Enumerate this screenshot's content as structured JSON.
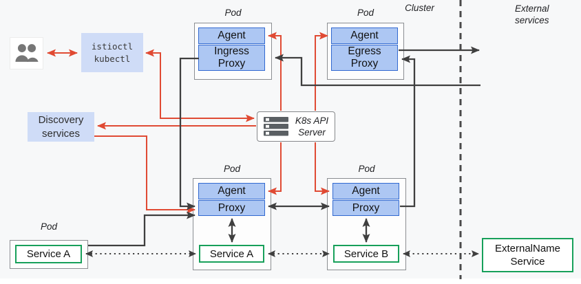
{
  "labels": {
    "pod": "Pod",
    "cluster": "Cluster",
    "external_services": {
      "line1": "External",
      "line2": "services"
    }
  },
  "nodes": {
    "users_icon": "users",
    "istioctl": {
      "line1": "istioctl",
      "line2": "kubectl"
    },
    "discovery_services": {
      "line1": "Discovery",
      "line2": "services"
    },
    "k8s_api_server": {
      "line1": "K8s API",
      "line2": "Server"
    },
    "ingress_pod": {
      "agent": "Agent",
      "proxy_line1": "Ingress",
      "proxy_line2": "Proxy"
    },
    "egress_pod": {
      "agent": "Agent",
      "proxy_line1": "Egress",
      "proxy_line2": "Proxy"
    },
    "workload_pod_a": {
      "agent": "Agent",
      "proxy": "Proxy",
      "service": "Service A"
    },
    "workload_pod_b": {
      "agent": "Agent",
      "proxy": "Proxy",
      "service": "Service B"
    },
    "standalone_pod": {
      "service": "Service A"
    },
    "external_name_service": {
      "line1": "ExternalName",
      "line2": "Service"
    }
  },
  "colors": {
    "background": "#f7f8f9",
    "config_arrow_red": "#e04a33",
    "traffic_arrow_black": "#3f3f3f",
    "agent_proxy_fill": "#adc7f3",
    "agent_proxy_border": "#3068d0",
    "light_blue_fill": "#cfdcf7",
    "service_green_border": "#17a05a",
    "pod_border_gray": "#8a8d91"
  }
}
